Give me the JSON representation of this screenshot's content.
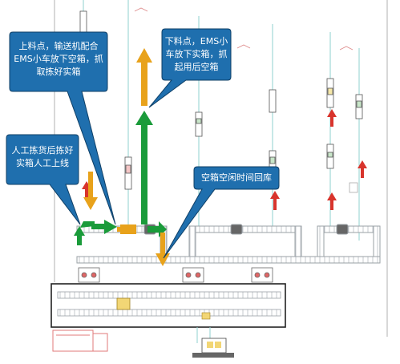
{
  "callouts": [
    {
      "id": "loading-point",
      "lines": [
        "上料点，输送机配合",
        "EMS小车放下空箱，抓",
        "取拣好实箱"
      ]
    },
    {
      "id": "unloading-point",
      "lines": [
        "下料点，EMS小",
        "车放下实箱，抓",
        "起用后空箱"
      ]
    },
    {
      "id": "manual-picking",
      "lines": [
        "人工拣货后拣好",
        "实箱人工上线"
      ]
    },
    {
      "id": "empty-return",
      "lines": [
        "空箱空闲时间回库"
      ]
    }
  ],
  "colors": {
    "callout_fill": "#1f6fae",
    "callout_stroke": "#0f3f66",
    "arrow_green": "#1a9b3a",
    "arrow_orange": "#e8a21b",
    "arrow_red": "#d8342c",
    "rail": "#8fd0cf",
    "conveyor": "#9aa0a6",
    "outline": "#222222",
    "truck": "#e07a7a"
  }
}
